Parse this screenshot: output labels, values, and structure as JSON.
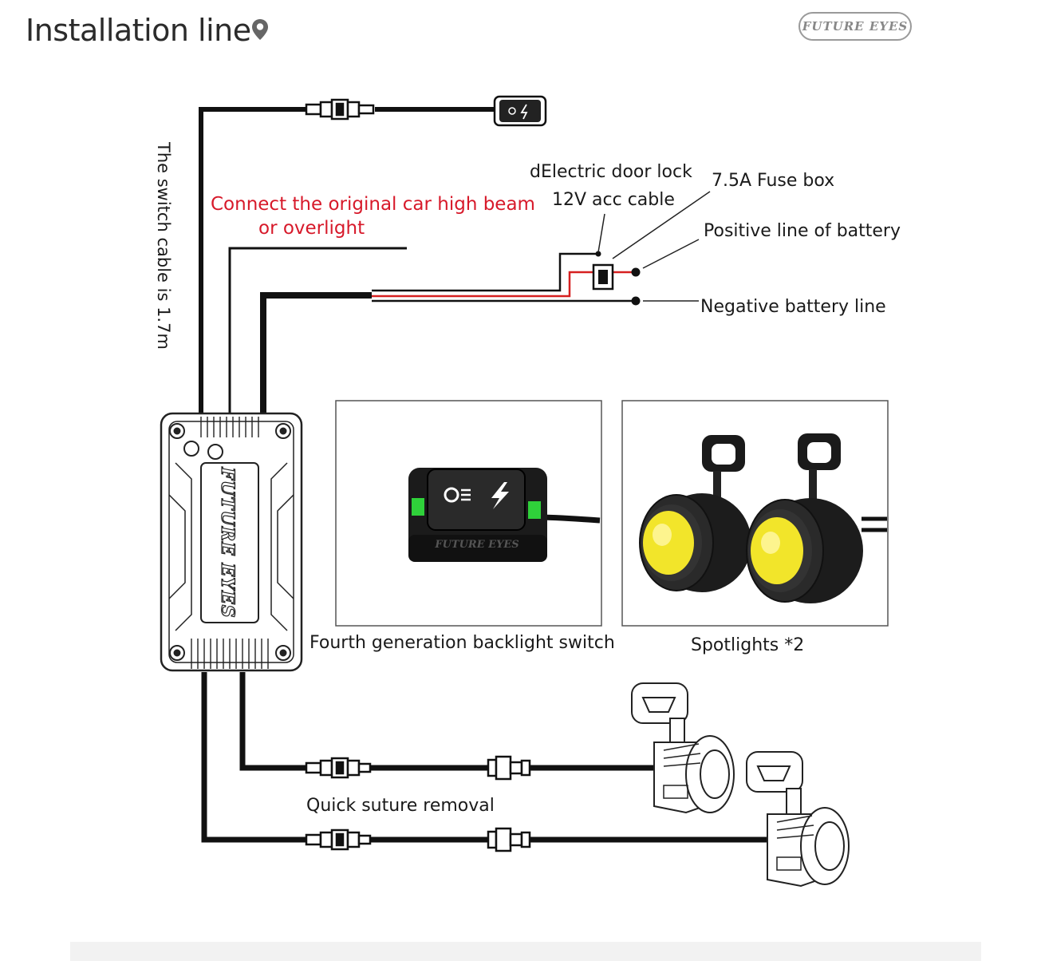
{
  "header": {
    "title": "Installation line",
    "brand": "FUTURE EYES"
  },
  "labels": {
    "switch_cable": "The switch cable is 1.7m",
    "high_beam_line1": "Connect the original car high beam",
    "high_beam_line2": "or overlight",
    "door_lock": "dElectric door lock",
    "acc_cable": "12V acc cable",
    "fuse_box": "7.5A Fuse box",
    "positive_line": "Positive line of battery",
    "negative_line": "Negative battery line",
    "backlight_switch": "Fourth generation backlight switch",
    "spotlights": "Spotlights *2",
    "quick_suture": "Quick suture removal"
  },
  "colors": {
    "wire": "#111111",
    "positive_wire": "#d62020",
    "warning_text": "#d7192a",
    "switch_led": "#2fd13a",
    "lens": "#f2e52a"
  },
  "module": {
    "logo": "FUTURE EYES"
  },
  "switch_photo": {
    "brand": "FUTURE EYES"
  }
}
